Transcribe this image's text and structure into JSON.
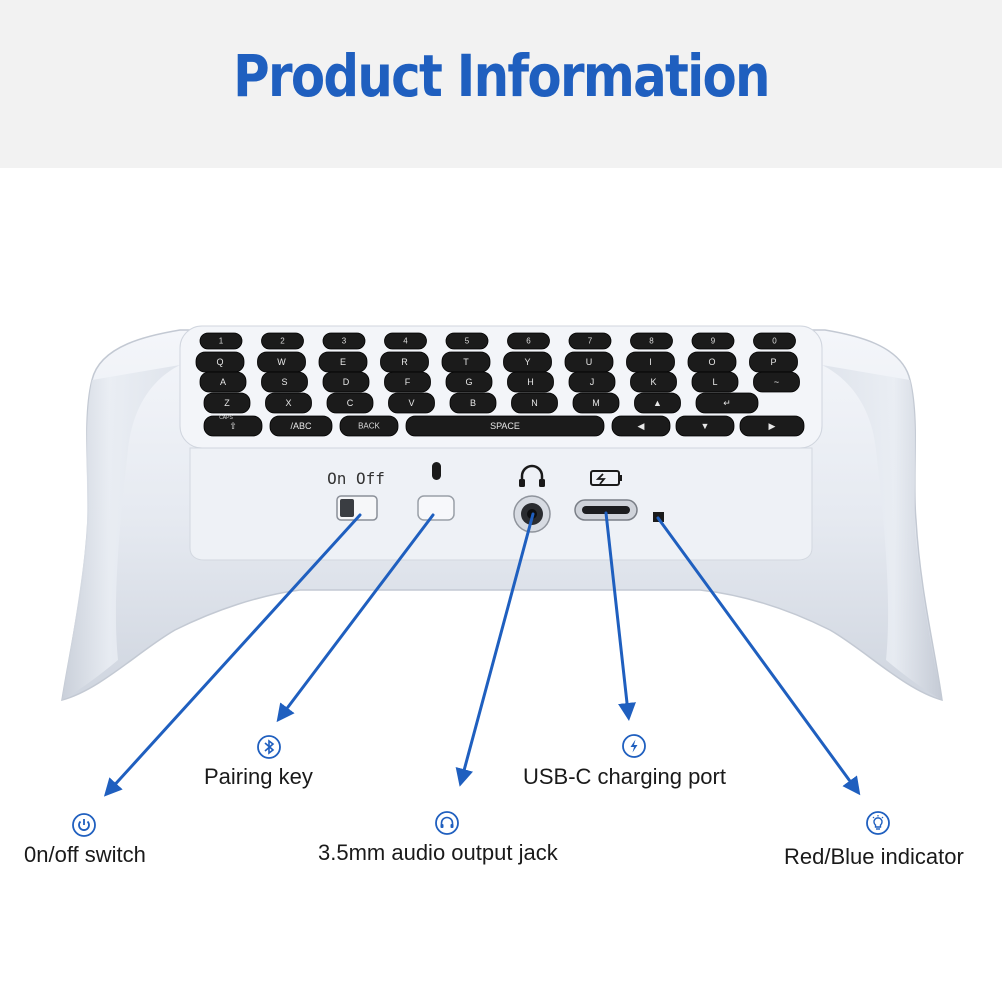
{
  "header": {
    "title": "Product Information"
  },
  "device": {
    "switch_label": "On Off",
    "key_rows": {
      "numbers": [
        "1",
        "2",
        "3",
        "4",
        "5",
        "6",
        "7",
        "8",
        "9",
        "0"
      ],
      "row_q": [
        "Q",
        "W",
        "E",
        "R",
        "T",
        "Y",
        "U",
        "I",
        "O",
        "P"
      ],
      "row_a": [
        "A",
        "S",
        "D",
        "F",
        "G",
        "H",
        "J",
        "K",
        "L",
        "~"
      ],
      "row_z": [
        "Z",
        "X",
        "C",
        "V",
        "B",
        "N",
        "M",
        "▲",
        "↵"
      ],
      "bottom": [
        "⇧",
        "/ABC",
        "BACK",
        "SPACE",
        "◀",
        "▼",
        "▶"
      ]
    },
    "caps_label": "CAPS"
  },
  "callouts": {
    "onoff": {
      "label": "0n/off switch",
      "icon": "power-icon"
    },
    "pairing": {
      "label": "Pairing key",
      "icon": "bluetooth-icon"
    },
    "audio": {
      "label": "3.5mm audio output jack",
      "icon": "headphones-icon"
    },
    "usbc": {
      "label": "USB-C charging port",
      "icon": "lightning-icon"
    },
    "indicator": {
      "label": "Red/Blue indicator",
      "icon": "lightbulb-icon"
    }
  },
  "colors": {
    "title": "#1f5fbf",
    "arrow": "#1f5fbf",
    "body": "#e4e8ef",
    "key": "#1b1b1b"
  }
}
